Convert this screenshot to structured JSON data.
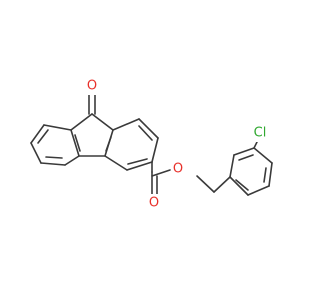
{
  "molecule": {
    "atoms": {
      "oxygen_ketone": {
        "symbol": "O",
        "color": "#e8302a"
      },
      "oxygen_ester_double": {
        "symbol": "O",
        "color": "#e8302a"
      },
      "oxygen_ester_single": {
        "symbol": "O",
        "color": "#e8302a"
      },
      "chlorine": {
        "symbol": "Cl",
        "color": "#2fa82f"
      }
    },
    "bond_color": "#3a3a3a"
  }
}
